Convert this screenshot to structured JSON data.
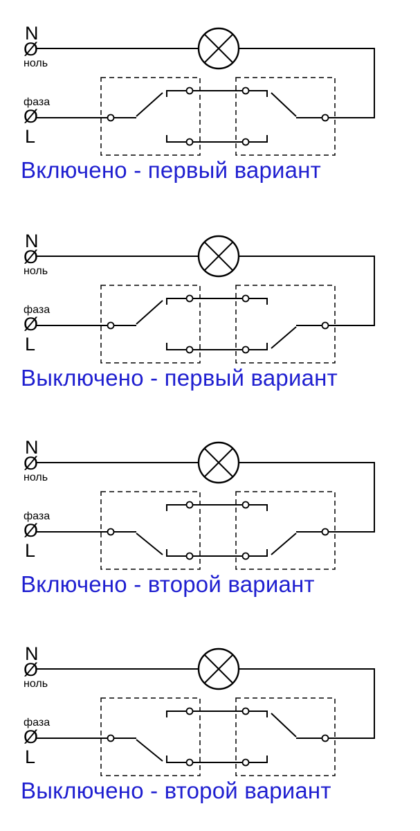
{
  "labels": {
    "neutral_letter": "N",
    "neutral_word": "ноль",
    "phase_word": "фаза",
    "phase_letter": "L",
    "terminal_symbol": "Ø"
  },
  "colors": {
    "caption": "#1f1fd0",
    "lines": "#000000"
  },
  "diagrams": [
    {
      "caption": "Включено - первый вариант",
      "state": "on",
      "left_switch": "up",
      "right_switch": "up"
    },
    {
      "caption": "Выключено - первый вариант",
      "state": "off",
      "left_switch": "up",
      "right_switch": "down"
    },
    {
      "caption": "Включено - второй вариант",
      "state": "on",
      "left_switch": "down",
      "right_switch": "down"
    },
    {
      "caption": "Выключено - второй вариант",
      "state": "off",
      "left_switch": "down",
      "right_switch": "up"
    }
  ]
}
